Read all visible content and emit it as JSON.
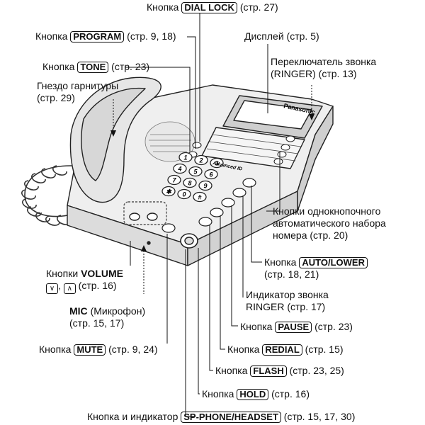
{
  "labels": {
    "dial_lock": {
      "prefix": "Кнопка",
      "key": "DIAL LOCK",
      "suffix": "(стр. 27)"
    },
    "program": {
      "prefix": "Кнопка",
      "key": "PROGRAM",
      "suffix": "(стр. 9, 18)"
    },
    "tone": {
      "prefix": "Кнопка",
      "key": "TONE",
      "suffix": "(стр. 23)"
    },
    "headset_jack": {
      "line1": "Гнездо гарнитуры",
      "line2": "(стр. 29)"
    },
    "display": {
      "text": "Дисплей (стр. 5)"
    },
    "ringer_switch": {
      "line1": "Переключатель звонка",
      "line2": "(RINGER) (стр. 13)"
    },
    "one_touch": {
      "line1": "Кнопки однокнопочного",
      "line2": "автоматического набора",
      "line3": "номера (стр. 20)"
    },
    "auto_lower": {
      "prefix": "Кнопка",
      "key": "AUTO/LOWER",
      "line2": "(стр. 18, 21)"
    },
    "ringer_indicator": {
      "line1": "Индикатор звонка",
      "line2": "RINGER (стр. 17)"
    },
    "pause": {
      "prefix": "Кнопка",
      "key": "PAUSE",
      "suffix": "(стр. 23)"
    },
    "redial": {
      "prefix": "Кнопка",
      "key": "REDIAL",
      "suffix": "(стр. 15)"
    },
    "flash": {
      "prefix": "Кнопка",
      "key": "FLASH",
      "suffix": "(стр. 23, 25)"
    },
    "hold": {
      "prefix": "Кнопка",
      "key": "HOLD",
      "suffix": "(стр. 16)"
    },
    "sp_phone": {
      "prefix": "Кнопка и индикатор",
      "key": "SP-PHONE/HEADSET",
      "suffix": "(стр. 15, 17, 30)"
    },
    "volume": {
      "prefix": "Кнопки",
      "bold": "VOLUME",
      "line2_sep": ",",
      "line2_suffix": "(стр. 16)"
    },
    "mic": {
      "bold": "MIC",
      "rest": "(Микрофон)",
      "line2": "(стр. 15, 17)"
    },
    "mute": {
      "prefix": "Кнопка",
      "key": "MUTE",
      "suffix": "(стр. 9, 24)"
    }
  },
  "phone": {
    "brand": "Panasonic",
    "model_badge": "Advanced ID",
    "keypad": [
      "1",
      "2",
      "3",
      "4",
      "5",
      "6",
      "7",
      "8",
      "9",
      "✱",
      "0",
      "#"
    ]
  },
  "icons": {
    "volume_down": "chevron-down-icon",
    "volume_up": "chevron-up-icon"
  }
}
